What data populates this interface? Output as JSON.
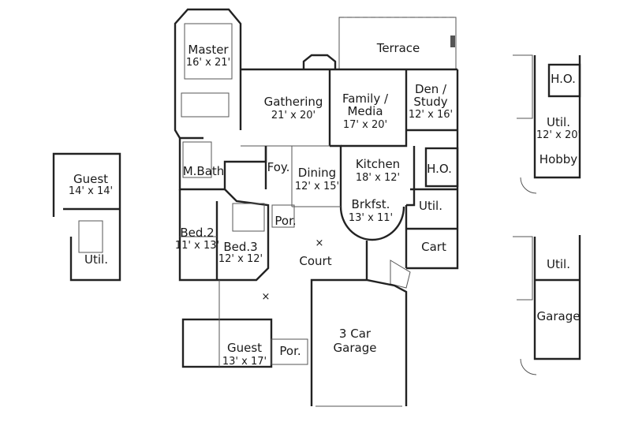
{
  "main_plan": {
    "rooms": {
      "master": {
        "name": "Master",
        "size": "16' x 21'"
      },
      "terrace": {
        "name": "Terrace"
      },
      "gathering": {
        "name": "Gathering",
        "size": "21' x 20'"
      },
      "family": {
        "name": "Family /",
        "name2": "Media",
        "size": "17' x 20'"
      },
      "den": {
        "name": "Den /",
        "name2": "Study",
        "size": "12' x 16'"
      },
      "mbath": {
        "name": "M.Bath"
      },
      "foyer": {
        "name": "Foy."
      },
      "dining": {
        "name": "Dining",
        "size": "12' x 15'"
      },
      "kitchen": {
        "name": "Kitchen",
        "size": "18' x 12'"
      },
      "ho": {
        "name": "H.O."
      },
      "brkfst": {
        "name": "Brkfst.",
        "size": "13' x 11'"
      },
      "util": {
        "name": "Util."
      },
      "porch": {
        "name": "Por."
      },
      "bed2": {
        "name": "Bed.2",
        "size": "11' x 13'"
      },
      "bed3": {
        "name": "Bed.3",
        "size": "12' x 12'"
      },
      "court": {
        "name": "Court"
      },
      "cart": {
        "name": "Cart"
      },
      "garage": {
        "name": "3 Car",
        "name2": "Garage"
      },
      "guest": {
        "name": "Guest",
        "size": "13' x 17'"
      },
      "guest_porch": {
        "name": "Por."
      }
    }
  },
  "alt_guest": {
    "guest": {
      "name": "Guest",
      "size": "14' x 14'"
    },
    "util": {
      "name": "Util."
    }
  },
  "alt_hobby": {
    "ho": {
      "name": "H.O."
    },
    "util": {
      "name": "Util.",
      "size": "12' x 20'"
    },
    "hobby": {
      "name": "Hobby"
    }
  },
  "alt_garage": {
    "util": {
      "name": "Util."
    },
    "garage": {
      "name": "Garage"
    }
  }
}
